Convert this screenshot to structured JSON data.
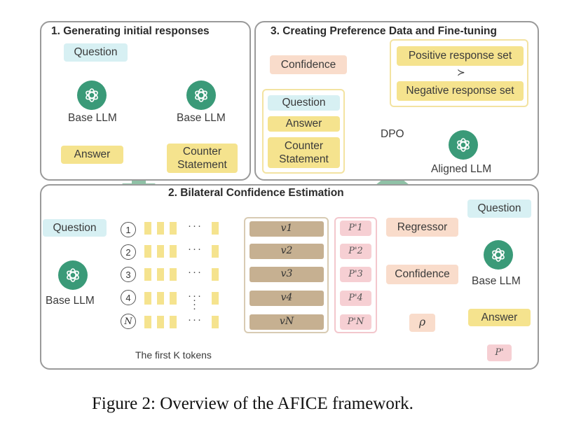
{
  "panel1": {
    "title": "1. Generating initial responses",
    "question": "Question",
    "base_llm_1": "Base LLM",
    "answer": "Answer",
    "base_llm_2": "Base LLM",
    "counter_statement": "Counter Statement"
  },
  "panel3": {
    "title": "3. Creating Preference Data and Fine-tuning",
    "confidence": "Confidence",
    "positive": "Positive response set",
    "succ": "≻",
    "negative": "Negative response set",
    "question": "Question",
    "answer": "Answer",
    "counter_statement": "Counter Statement",
    "dpo": "DPO",
    "aligned_llm": "Aligned LLM"
  },
  "panel2": {
    "title": "2. Bilateral Confidence Estimation",
    "question": "Question",
    "base_llm": "Base LLM",
    "branches": [
      "1",
      "2",
      "3",
      "4",
      "N"
    ],
    "tokens_label": "The first K tokens",
    "v_labels": [
      "v1",
      "v2",
      "v3",
      "v4",
      "vN"
    ],
    "p_labels": [
      "P'1",
      "P'2",
      "P'3",
      "P'4",
      "P'N"
    ],
    "regressor": "Regressor",
    "confidence": "Confidence",
    "rho": "ρ",
    "right_question": "Question",
    "right_base_llm": "Base LLM",
    "right_answer": "Answer",
    "p_prime": "P'"
  },
  "caption": "Figure 2: Overview of the AFICE framework.",
  "colors": {
    "cyan": "#d7f0f3",
    "yellow": "#f5e38e",
    "salmon": "#f9dccb",
    "pink": "#f6cfd3",
    "tan": "#c6b091",
    "green": "#3a9a78",
    "arrow_green": "#8fc1a6"
  }
}
